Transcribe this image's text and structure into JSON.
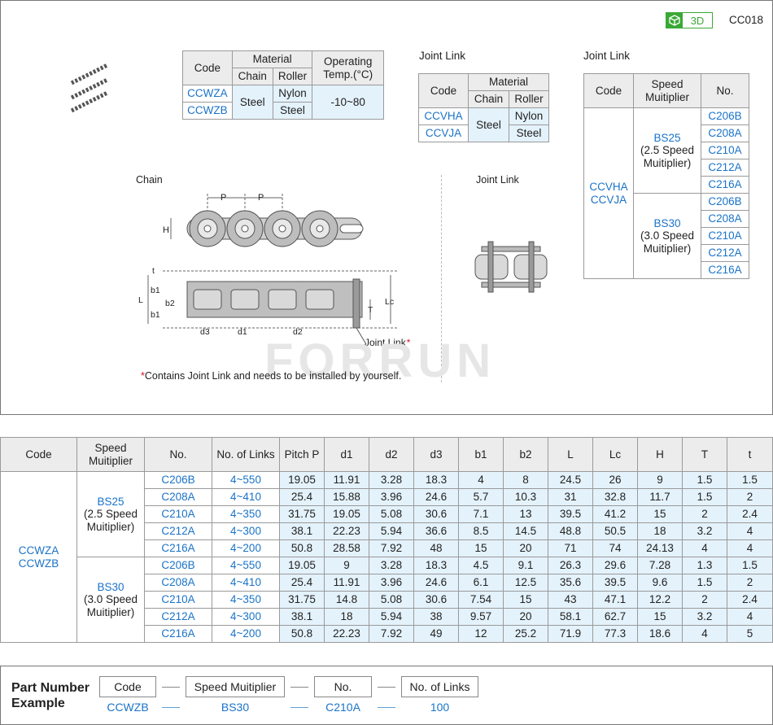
{
  "header": {
    "badge_3d": "3D",
    "code": "CC018"
  },
  "tbl1": {
    "h_code": "Code",
    "h_material": "Material",
    "h_chain": "Chain",
    "h_roller": "Roller",
    "h_temp": "Operating Temp.(°C)",
    "rows": [
      {
        "code": "CCWZA",
        "roller": "Nylon"
      },
      {
        "code": "CCWZB",
        "roller": "Steel"
      }
    ],
    "chain": "Steel",
    "temp": "-10~80"
  },
  "tbl2": {
    "title": "Joint Link",
    "h_code": "Code",
    "h_material": "Material",
    "h_chain": "Chain",
    "h_roller": "Roller",
    "rows": [
      {
        "code": "CCVHA",
        "roller": "Nylon"
      },
      {
        "code": "CCVJA",
        "roller": "Steel"
      }
    ],
    "chain": "Steel"
  },
  "tbl3": {
    "title": "Joint Link",
    "h_code": "Code",
    "h_speed": "Speed Muitiplier",
    "h_no": "No.",
    "code1": "CCVHA",
    "code2": "CCVJA",
    "bs25": "BS25",
    "bs25_desc": "(2.5 Speed Muitiplier)",
    "bs30": "BS30",
    "bs30_desc": "(3.0 Speed Muitiplier)",
    "nos": [
      "C206B",
      "C208A",
      "C210A",
      "C212A",
      "C216A",
      "C206B",
      "C208A",
      "C210A",
      "C212A",
      "C216A"
    ]
  },
  "diagram": {
    "chain_label": "Chain",
    "joint_label": "Joint Link",
    "p": "P",
    "h": "H",
    "b1": "b1",
    "b2": "b2",
    "l": "L",
    "lc": "Lc",
    "t_small": "t",
    "t_big": "T",
    "d3": "d3",
    "d1": "d1",
    "d2": "d2",
    "joint_callout": "Joint Link",
    "note": "Contains Joint Link and needs to be installed by yourself.",
    "watermark": "FORRUN"
  },
  "main": {
    "headers": [
      "Code",
      "Speed Muitiplier",
      "No.",
      "No. of Links",
      "Pitch P",
      "d1",
      "d2",
      "d3",
      "b1",
      "b2",
      "L",
      "Lc",
      "H",
      "T",
      "t"
    ],
    "code1": "CCWZA",
    "code2": "CCWZB",
    "bs25": "BS25",
    "bs25_desc": "(2.5 Speed Muitiplier)",
    "bs30": "BS30",
    "bs30_desc": "(3.0 Speed Muitiplier)",
    "rows": [
      [
        "C206B",
        "4~550",
        "19.05",
        "11.91",
        "3.28",
        "18.3",
        "4",
        "8",
        "24.5",
        "26",
        "9",
        "1.5",
        "1.5"
      ],
      [
        "C208A",
        "4~410",
        "25.4",
        "15.88",
        "3.96",
        "24.6",
        "5.7",
        "10.3",
        "31",
        "32.8",
        "11.7",
        "1.5",
        "2"
      ],
      [
        "C210A",
        "4~350",
        "31.75",
        "19.05",
        "5.08",
        "30.6",
        "7.1",
        "13",
        "39.5",
        "41.2",
        "15",
        "2",
        "2.4"
      ],
      [
        "C212A",
        "4~300",
        "38.1",
        "22.23",
        "5.94",
        "36.6",
        "8.5",
        "14.5",
        "48.8",
        "50.5",
        "18",
        "3.2",
        "4"
      ],
      [
        "C216A",
        "4~200",
        "50.8",
        "28.58",
        "7.92",
        "48",
        "15",
        "20",
        "71",
        "74",
        "24.13",
        "4",
        "4"
      ],
      [
        "C206B",
        "4~550",
        "19.05",
        "9",
        "3.28",
        "18.3",
        "4.5",
        "9.1",
        "26.3",
        "29.6",
        "7.28",
        "1.3",
        "1.5"
      ],
      [
        "C208A",
        "4~410",
        "25.4",
        "11.91",
        "3.96",
        "24.6",
        "6.1",
        "12.5",
        "35.6",
        "39.5",
        "9.6",
        "1.5",
        "2"
      ],
      [
        "C210A",
        "4~350",
        "31.75",
        "14.8",
        "5.08",
        "30.6",
        "7.54",
        "15",
        "43",
        "47.1",
        "12.2",
        "2",
        "2.4"
      ],
      [
        "C212A",
        "4~300",
        "38.1",
        "18",
        "5.94",
        "38",
        "9.57",
        "20",
        "58.1",
        "62.7",
        "15",
        "3.2",
        "4"
      ],
      [
        "C216A",
        "4~200",
        "50.8",
        "22.23",
        "7.92",
        "49",
        "12",
        "25.2",
        "71.9",
        "77.3",
        "18.6",
        "4",
        "5"
      ]
    ]
  },
  "part": {
    "title": "Part Number Example",
    "h_code": "Code",
    "h_speed": "Speed Muitiplier",
    "h_no": "No.",
    "h_links": "No. of Links",
    "v_code": "CCWZB",
    "v_speed": "BS30",
    "v_no": "C210A",
    "v_links": "100"
  }
}
